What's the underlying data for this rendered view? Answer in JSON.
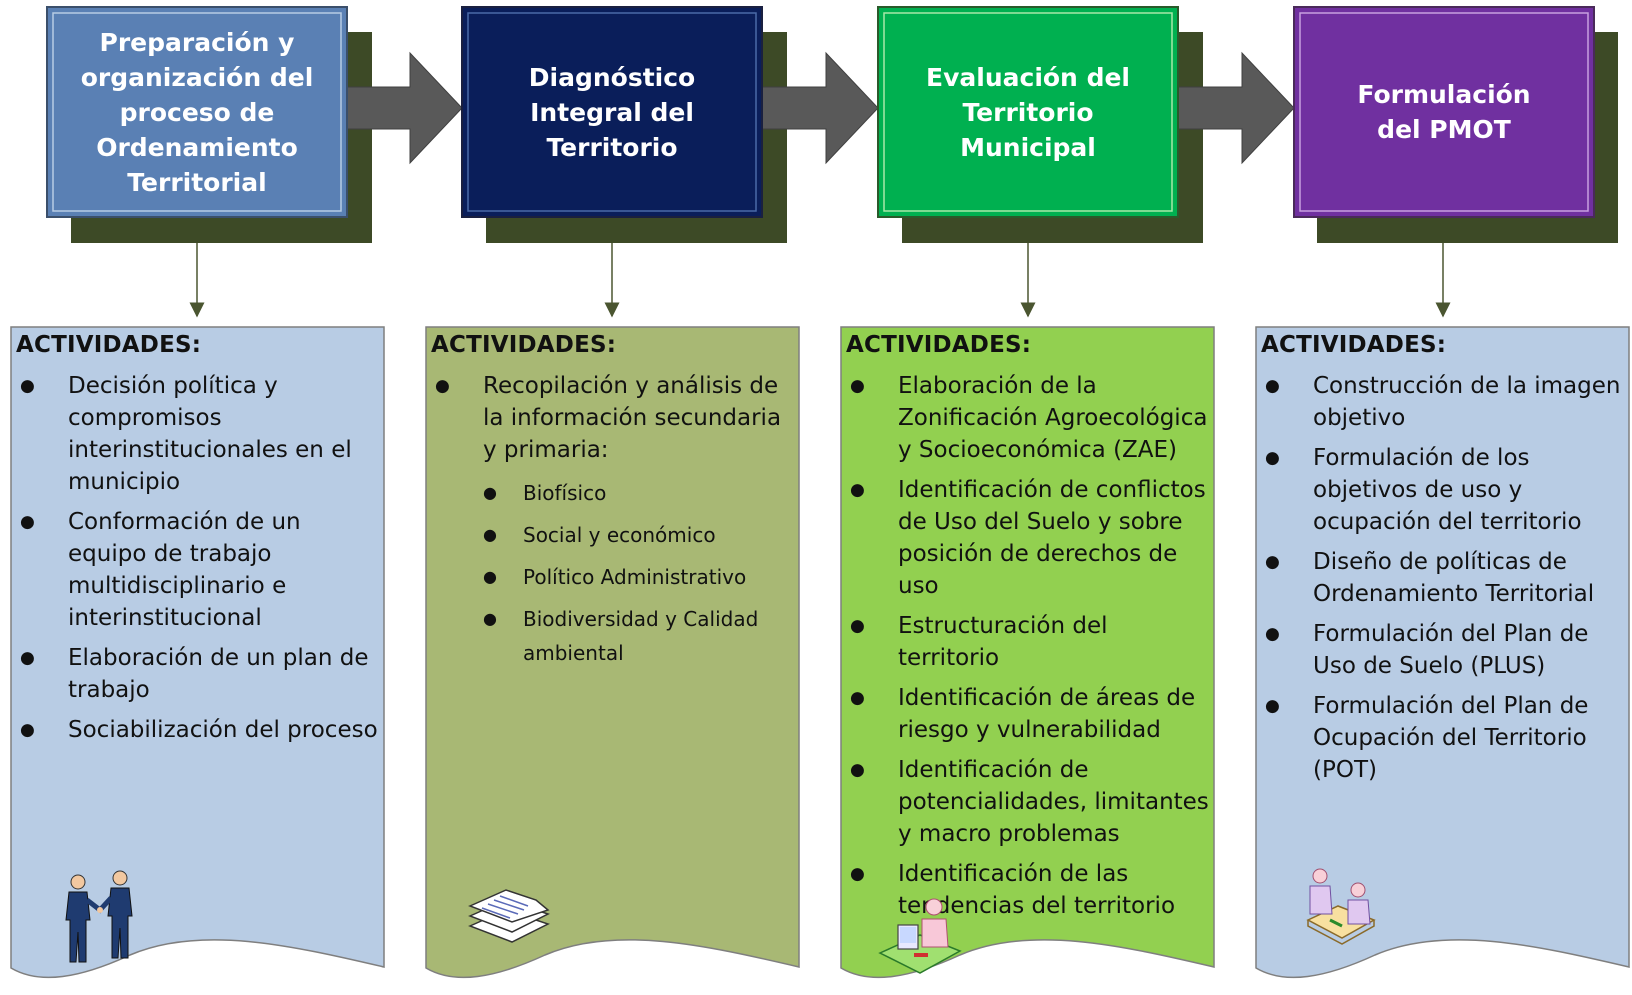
{
  "stages": [
    {
      "title": "Preparación y organización del proceso de Ordenamiento Territorial",
      "color": "#5a80b4",
      "panel_color": "#b8cce4"
    },
    {
      "title": "Diagnóstico Integral del Territorio",
      "color": "#0a1e5a",
      "panel_color": "#a8b874"
    },
    {
      "title": "Evaluación del Territorio Municipal",
      "color": "#00b050",
      "panel_color": "#92d050"
    },
    {
      "title": "Formulación del PMOT",
      "color": "#7030a0",
      "panel_color": "#b8cce4"
    }
  ],
  "panels": [
    {
      "heading": "ACTIVIDADES:",
      "items": [
        "Decisión política y compromisos interinstitucionales en el municipio",
        "Conformación de un equipo de trabajo multidisciplinario e interinstitucional",
        "Elaboración de un plan de trabajo",
        "Sociabilización del proceso"
      ],
      "icon": "handshake-icon"
    },
    {
      "heading": "ACTIVIDADES:",
      "items": [
        "Recopilación y análisis de la información secundaria y primaria:"
      ],
      "subitems": [
        "Biofísico",
        "Social y económico",
        "Político Administrativo",
        "Biodiversidad y Calidad ambiental"
      ],
      "icon": "documents-icon"
    },
    {
      "heading": "ACTIVIDADES:",
      "items": [
        "Elaboración de la Zonificación Agroecológica y Socioeconómica (ZAE)",
        "Identificación de conflictos de Uso del Suelo y sobre posición de derechos de uso",
        "Estructuración del territorio",
        "Identificación de áreas de riesgo y vulnerabilidad",
        "Identificación de potencialidades, limitantes y macro problemas",
        "Identificación de las tendencias del territorio"
      ],
      "icon": "computer-user-icon"
    },
    {
      "heading": "ACTIVIDADES:",
      "items": [
        "Construcción de la imagen objetivo",
        "Formulación de los objetivos de uso y ocupación del territorio",
        "Diseño de políticas de Ordenamiento Territorial",
        "Formulación del Plan de Uso de Suelo (PLUS)",
        "Formulación del Plan de Ocupación del Territorio (POT)"
      ],
      "icon": "meeting-icon"
    }
  ]
}
